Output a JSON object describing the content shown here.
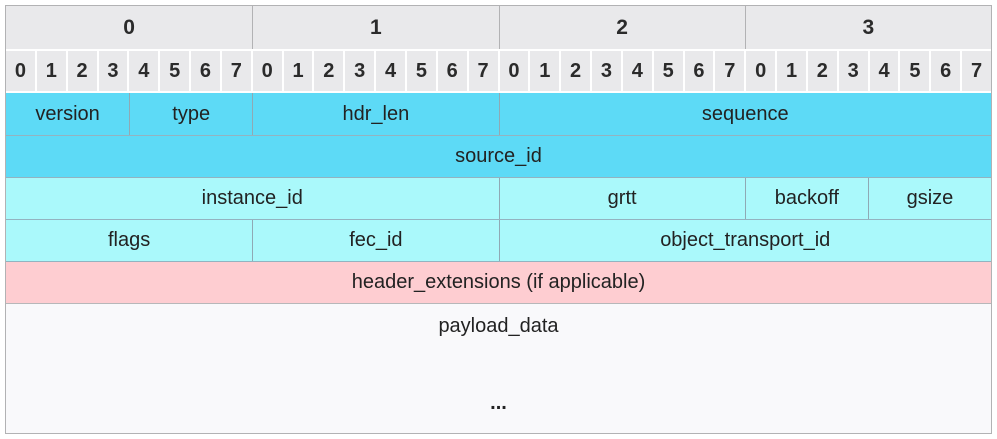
{
  "diagram": {
    "byte_headers": [
      "0",
      "1",
      "2",
      "3"
    ],
    "bit_numbers": [
      "0",
      "1",
      "2",
      "3",
      "4",
      "5",
      "6",
      "7"
    ],
    "rows": [
      {
        "color": "bright_cyan",
        "fields": [
          {
            "label": "version",
            "bits": 4
          },
          {
            "label": "type",
            "bits": 4
          },
          {
            "label": "hdr_len",
            "bits": 8
          },
          {
            "label": "sequence",
            "bits": 16
          }
        ]
      },
      {
        "color": "bright_cyan",
        "fields": [
          {
            "label": "source_id",
            "bits": 32
          }
        ]
      },
      {
        "color": "pale_cyan",
        "fields": [
          {
            "label": "instance_id",
            "bits": 16
          },
          {
            "label": "grtt",
            "bits": 8
          },
          {
            "label": "backoff",
            "bits": 4
          },
          {
            "label": "gsize",
            "bits": 4
          }
        ]
      },
      {
        "color": "pale_cyan",
        "fields": [
          {
            "label": "flags",
            "bits": 8
          },
          {
            "label": "fec_id",
            "bits": 8
          },
          {
            "label": "object_transport_id",
            "bits": 16
          }
        ]
      },
      {
        "color": "pink",
        "fields": [
          {
            "label": "header_extensions (if applicable)",
            "bits": 32
          }
        ]
      }
    ],
    "payload": {
      "label": "payload_data",
      "ellipsis": "..."
    }
  },
  "colors": {
    "header_gray": "#e9e9eb",
    "bright_cyan": "#5ddaf6",
    "pale_cyan": "#aaf9fb",
    "pink": "#fecdd1",
    "payload_bg": "#f9f9fb",
    "border_gray": "#b2b2b4",
    "divider_blue_gray": "#8fa9b4",
    "text": "#222222"
  }
}
